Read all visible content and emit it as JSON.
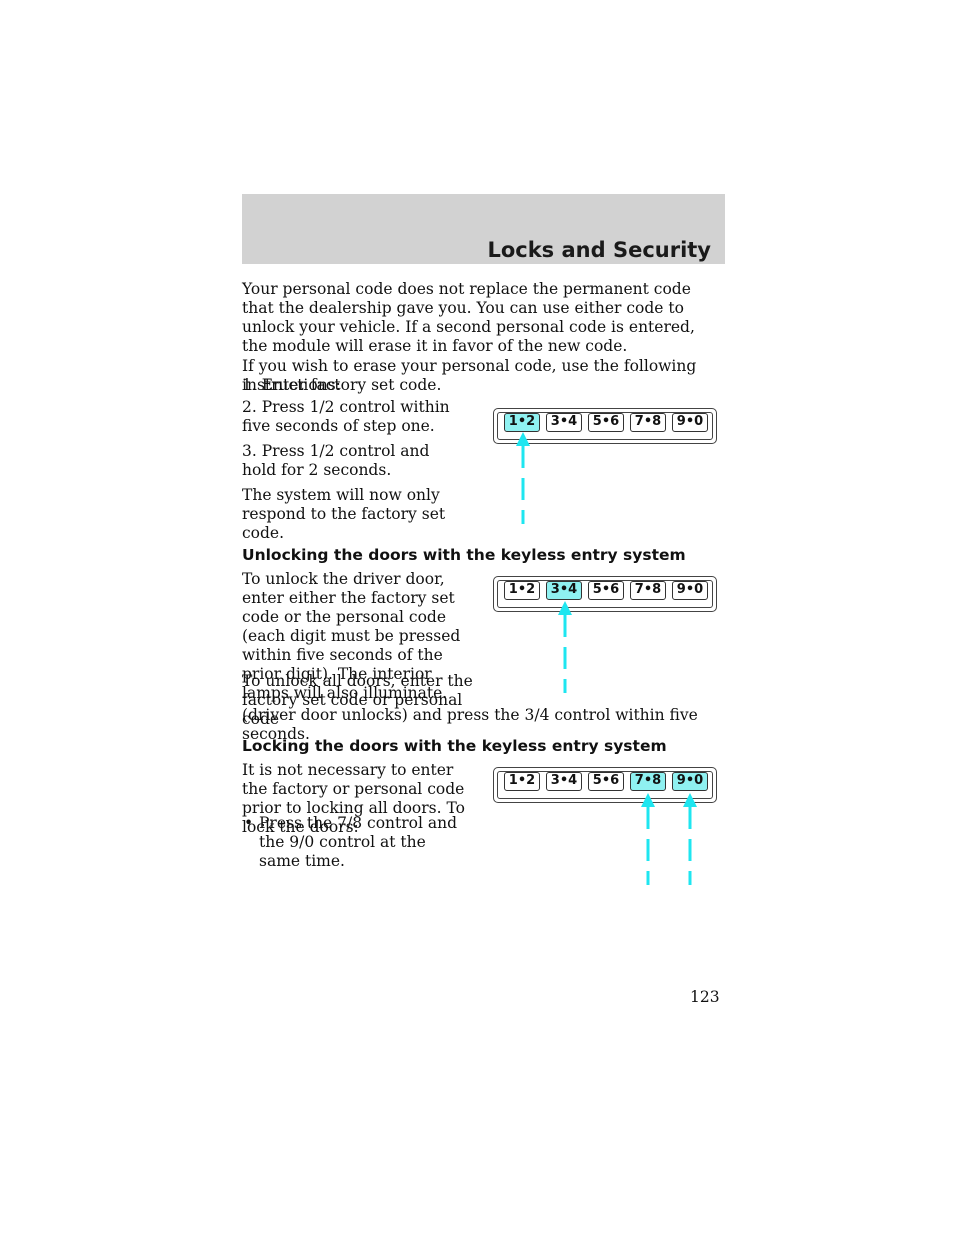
{
  "header": {
    "title": "Locks and Security"
  },
  "intro": {
    "para1": "Your personal code does not replace the permanent code that the dealership gave you. You can use either code to unlock your vehicle. If a second personal code is entered, the module will erase it in favor of the new code.",
    "para2": "If you wish to erase your personal code, use the following instructions:",
    "step1": "1. Enter factory set code.",
    "step2": "2. Press 1/2 control within five seconds of step one.",
    "step3": "3. Press 1/2 control and hold for 2 seconds.",
    "result": "The system will now only respond to the factory set code."
  },
  "unlock": {
    "heading": "Unlocking the doors with the keyless entry system",
    "para1": "To unlock the driver door, enter either the factory set code or the personal code (each digit must be pressed within five seconds of the prior digit). The interior lamps will also illuminate.",
    "para2_a": "To unlock all doors, enter the factory set code or personal code",
    "para2_b": "(driver door unlocks) and press the 3/4 control within five seconds."
  },
  "lock": {
    "heading": "Locking the doors with the keyless entry system",
    "para1": "It is not necessary to enter the factory or personal code prior to locking all doors. To lock the doors:",
    "bullet_symbol": "•",
    "bullet1": "Press the 7/8 control and the 9/0 control at the same time."
  },
  "keypad": {
    "keys": [
      "1•2",
      "3•4",
      "5•6",
      "7•8",
      "9•0"
    ],
    "highlight_color": "#8ff1f1",
    "arrow_color": "#1ee6f0",
    "figure1_pressed": [
      "1•2"
    ],
    "figure2_pressed": [
      "3•4"
    ],
    "figure3_pressed": [
      "7•8",
      "9•0"
    ]
  },
  "page_number": "123"
}
